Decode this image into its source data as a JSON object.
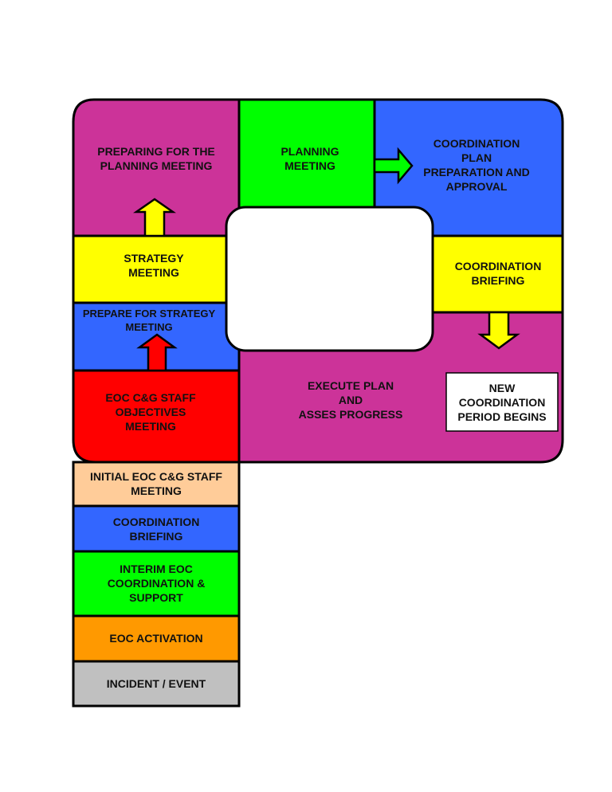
{
  "colors": {
    "magenta": "#CC3399",
    "green": "#00FF00",
    "blue": "#3366FF",
    "yellow": "#FFFF00",
    "red": "#FF0000",
    "peach": "#FFCC99",
    "orange": "#FF9900",
    "gray": "#C0C0C0",
    "white": "#FFFFFF",
    "outline": "#000000"
  },
  "steps": {
    "preparing_for_planning": [
      "PREPARING FOR THE",
      "PLANNING MEETING"
    ],
    "planning_meeting": [
      "PLANNING",
      "MEETING"
    ],
    "coordination_plan": [
      "COORDINATION",
      "PLAN",
      "PREPARATION AND",
      "APPROVAL"
    ],
    "strategy_meeting": [
      "STRATEGY",
      "MEETING"
    ],
    "coordination_briefing_right": [
      "COORDINATION",
      "BRIEFING"
    ],
    "prepare_for_strategy": [
      "PREPARE FOR STRATEGY",
      "MEETING"
    ],
    "execute_plan": [
      "EXECUTE PLAN",
      "AND",
      "ASSES PROGRESS"
    ],
    "new_period": [
      "NEW",
      "COORDINATION",
      "PERIOD BEGINS"
    ],
    "objectives_meeting": [
      "EOC C&G STAFF",
      "OBJECTIVES",
      "MEETING"
    ],
    "initial_meeting": [
      "INITIAL EOC C&G STAFF",
      "MEETING"
    ],
    "coordination_briefing_stem": [
      "COORDINATION",
      "BRIEFING"
    ],
    "interim_coordination": [
      "INTERIM EOC",
      "COORDINATION &",
      "SUPPORT"
    ],
    "eoc_activation": [
      "EOC ACTIVATION"
    ],
    "incident_event": [
      "INCIDENT / EVENT"
    ]
  }
}
